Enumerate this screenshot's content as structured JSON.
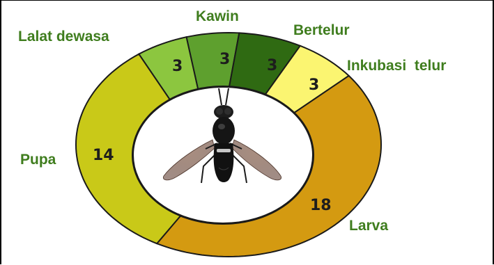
{
  "diagram": {
    "image_note": "black soldier fly",
    "stages": [
      {
        "id": "lalat-dewasa",
        "label": "Lalat dewasa",
        "days": "3",
        "color": "#8cc63f"
      },
      {
        "id": "kawin",
        "label": "Kawin",
        "days": "3",
        "color": "#5ea02e"
      },
      {
        "id": "bertelur",
        "label": "Bertelur",
        "days": "3",
        "color": "#2f6a12"
      },
      {
        "id": "inkubasi-telur",
        "label": "Inkubasi  telur",
        "days": "3",
        "color": "#fbf571"
      },
      {
        "id": "larva",
        "label": "Larva",
        "days": "18",
        "color": "#d49a11"
      },
      {
        "id": "pupa",
        "label": "Pupa",
        "days": "14",
        "color": "#c9c918"
      }
    ]
  }
}
